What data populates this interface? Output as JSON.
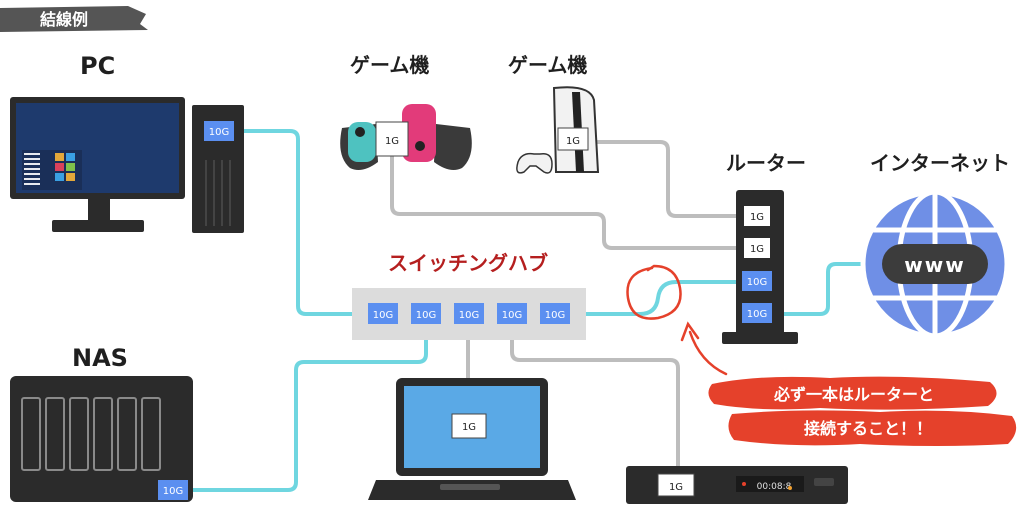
{
  "section_badge": "結線例",
  "devices": {
    "pc": {
      "label": "PC",
      "port": "10G"
    },
    "nas": {
      "label": "NAS",
      "port": "10G"
    },
    "game1": {
      "label": "ゲーム機",
      "port": "1G"
    },
    "game2": {
      "label": "ゲーム機",
      "port": "1G"
    },
    "router": {
      "label": "ルーター",
      "ports": [
        "1G",
        "1G",
        "10G",
        "10G"
      ]
    },
    "internet": {
      "label": "インターネット",
      "badge": "www"
    },
    "hub": {
      "label": "スイッチングハブ",
      "ports": [
        "10G",
        "10G",
        "10G",
        "10G",
        "10G"
      ]
    },
    "laptop": {
      "port": "1G"
    },
    "recorder": {
      "port": "1G",
      "display": "00:08:8"
    }
  },
  "callout": {
    "line1": "必ず一本はルーターと",
    "line2": "接続すること！！"
  },
  "colors": {
    "cable_10g": "#6fd6e0",
    "cable_1g": "#bdbdbd",
    "port_10g": "#5b8ff0",
    "port_1g": "#ffffff",
    "hub_label": "#b51f1f",
    "callout_bg": "#e5412b",
    "annotation_red": "#e5412b"
  }
}
